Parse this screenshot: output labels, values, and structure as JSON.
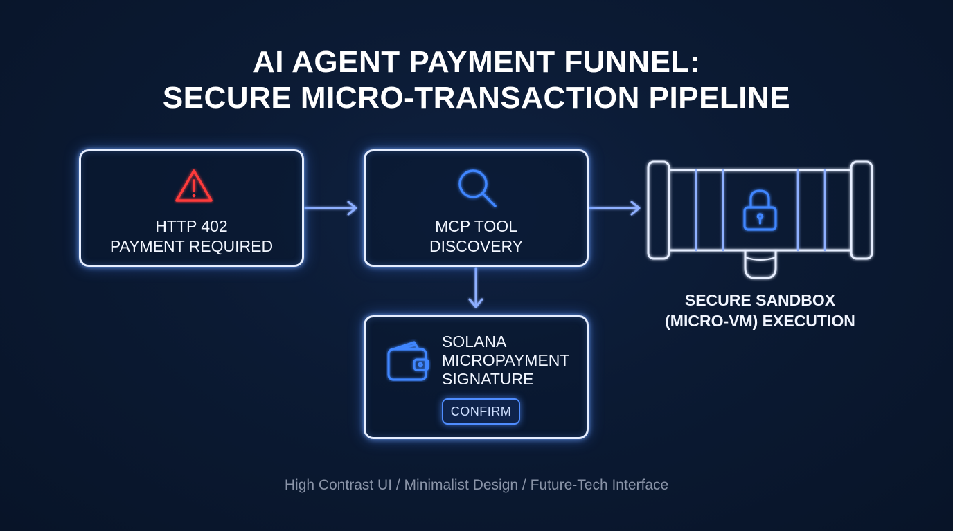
{
  "title": {
    "line1": "AI AGENT PAYMENT FUNNEL:",
    "line2": "SECURE MICRO-TRANSACTION PIPELINE"
  },
  "nodes": {
    "http402": {
      "icon": "warning-icon",
      "line1": "HTTP 402",
      "line2": "PAYMENT REQUIRED",
      "accent": "#ff3b3b"
    },
    "mcp": {
      "icon": "search-icon",
      "line1": "MCP TOOL",
      "line2": "DISCOVERY",
      "accent": "#3f86ff"
    },
    "solana": {
      "icon": "wallet-icon",
      "line1": "SOLANA",
      "line2": "MICROPAYMENT",
      "line3": "SIGNATURE",
      "button": "CONFIRM",
      "accent": "#3f86ff"
    },
    "sandbox": {
      "icon": "lock-icon",
      "line1": "SECURE SANDBOX",
      "line2": "(MICRO-VM) EXECUTION",
      "accent": "#3f86ff"
    }
  },
  "footer": "High Contrast UI / Minimalist Design / Future-Tech Interface",
  "colors": {
    "background": "#0b1a33",
    "glow": "#4f8dff",
    "box_border": "#e6eeff",
    "arrow": "#8fb0ff"
  }
}
